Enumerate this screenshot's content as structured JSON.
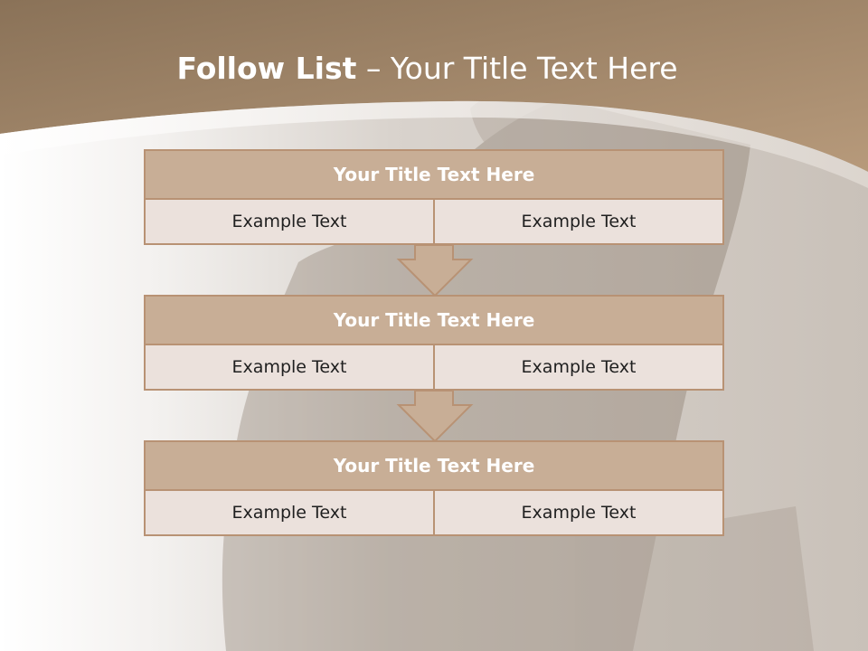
{
  "slide": {
    "title_bold": "Follow List",
    "title_rest": " – Your Title Text Here"
  },
  "steps": [
    {
      "title": "Your Title Text Here",
      "left": "Example Text",
      "right": "Example Text"
    },
    {
      "title": "Your Title Text Here",
      "left": "Example Text",
      "right": "Example Text"
    },
    {
      "title": "Your Title Text Here",
      "left": "Example Text",
      "right": "Example Text"
    }
  ],
  "colors": {
    "header_band": "#a88a6c",
    "block_header": "#c8ae96",
    "block_cell": "#ebe1dc",
    "border": "#b89274"
  }
}
